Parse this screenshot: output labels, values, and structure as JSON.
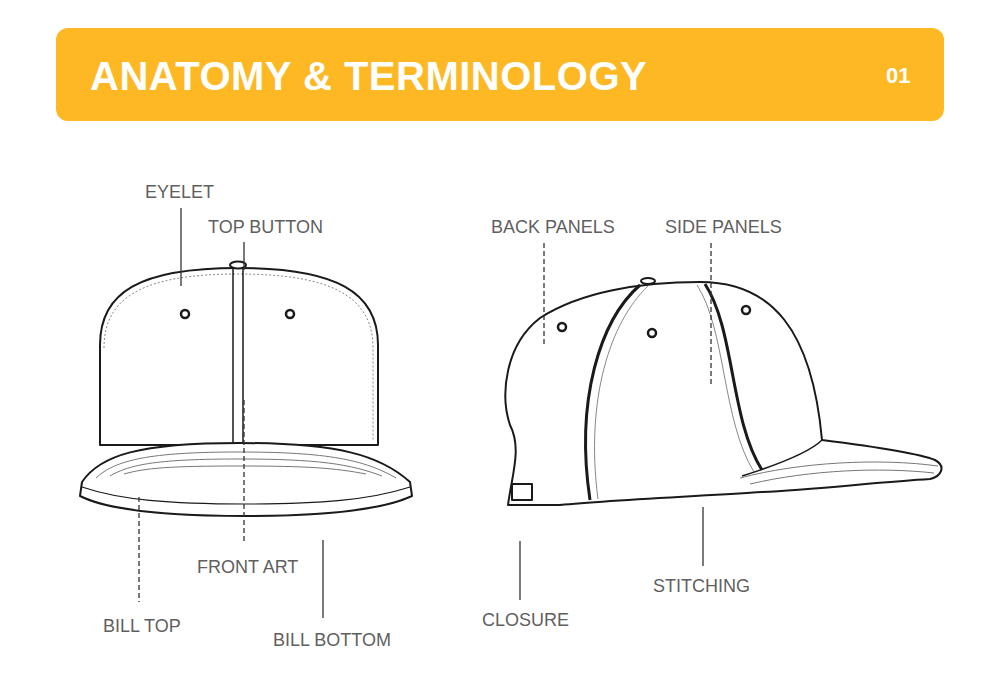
{
  "diagram": {
    "title": "ANATOMY & TERMINOLOGY",
    "labels": [
      "01",
      "EYELET",
      "TOP BUTTON",
      "BACK PANELS",
      "SIDE PANELS",
      "FRONT ART",
      "STITCHING",
      "BILL TOP",
      "CLOSURE",
      "BILL BOTTOM"
    ]
  }
}
